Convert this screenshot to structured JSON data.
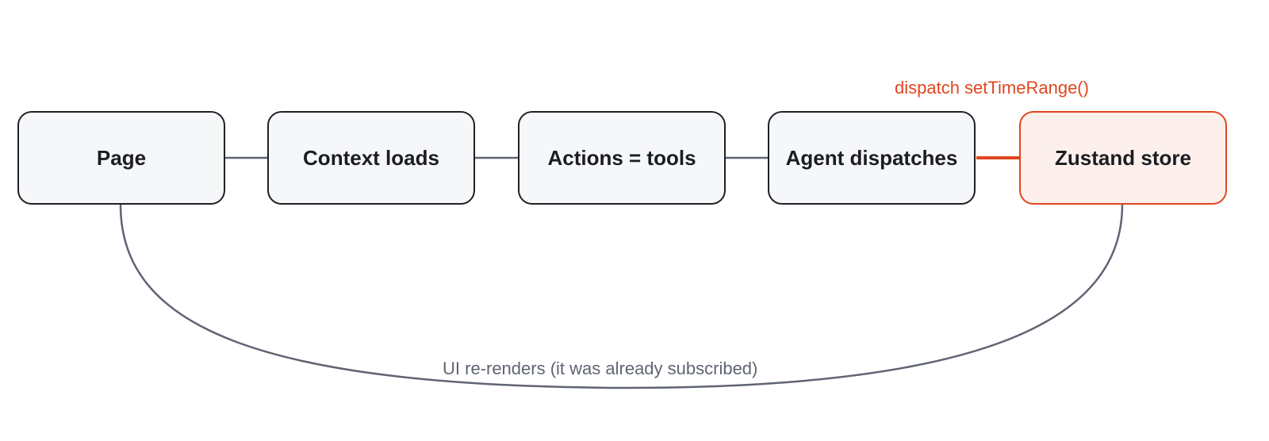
{
  "diagram": {
    "nodes": [
      {
        "id": "page",
        "label": "Page"
      },
      {
        "id": "context",
        "label": "Context loads"
      },
      {
        "id": "actions",
        "label": "Actions = tools"
      },
      {
        "id": "agent",
        "label": "Agent dispatches"
      },
      {
        "id": "store",
        "label": "Zustand store",
        "highlighted": true
      }
    ],
    "edges": [
      {
        "from": "page",
        "to": "context",
        "label": ""
      },
      {
        "from": "context",
        "to": "actions",
        "label": ""
      },
      {
        "from": "actions",
        "to": "agent",
        "label": ""
      },
      {
        "from": "agent",
        "to": "store",
        "label": "dispatch setTimeRange()",
        "highlighted": true
      },
      {
        "from": "store",
        "to": "page",
        "label": "UI re-renders (it was already subscribed)"
      }
    ],
    "colors": {
      "accent": "#e0461e",
      "edge": "#5f6473",
      "node_border": "#1f2126",
      "node_fill": "#f5f7f9",
      "highlight_fill": "#fdf0ec"
    }
  }
}
